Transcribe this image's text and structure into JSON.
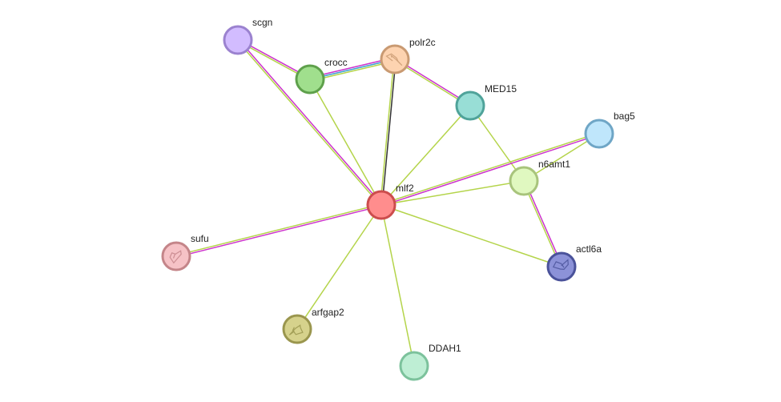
{
  "network": {
    "nodes": [
      {
        "id": "mlf2",
        "label": "mlf2",
        "fill": "#ff8d8d",
        "stroke": "#cc4d4d",
        "texture": "none"
      },
      {
        "id": "scgn",
        "label": "scgn",
        "fill": "#d2bcff",
        "stroke": "#9b82cf",
        "texture": "none"
      },
      {
        "id": "crocc",
        "label": "crocc",
        "fill": "#a0df8d",
        "stroke": "#5ea04b",
        "texture": "none"
      },
      {
        "id": "polr2c",
        "label": "polr2c",
        "fill": "#fdd3b0",
        "stroke": "#c99a72",
        "texture": "structure"
      },
      {
        "id": "MED15",
        "label": "MED15",
        "fill": "#98ded6",
        "stroke": "#4fa39a",
        "texture": "none"
      },
      {
        "id": "bag5",
        "label": "bag5",
        "fill": "#bfe6fb",
        "stroke": "#6fa6c6",
        "texture": "none"
      },
      {
        "id": "n6amt1",
        "label": "n6amt1",
        "fill": "#e0f8c0",
        "stroke": "#a8c47c",
        "texture": "none"
      },
      {
        "id": "actl6a",
        "label": "actl6a",
        "fill": "#8c92d8",
        "stroke": "#4a529a",
        "texture": "structure"
      },
      {
        "id": "sufu",
        "label": "sufu",
        "fill": "#f6c2c6",
        "stroke": "#c48589",
        "texture": "structure"
      },
      {
        "id": "arfgap2",
        "label": "arfgap2",
        "fill": "#d6d28c",
        "stroke": "#9a964e",
        "texture": "structure"
      },
      {
        "id": "DDAH1",
        "label": "DDAH1",
        "fill": "#beeed4",
        "stroke": "#7cc29c",
        "texture": "none"
      }
    ],
    "edges": [
      {
        "from": "scgn",
        "to": "crocc",
        "colors": [
          "#cc33cc",
          "#b4d44a"
        ]
      },
      {
        "from": "scgn",
        "to": "mlf2",
        "colors": [
          "#cc33cc",
          "#b4d44a"
        ]
      },
      {
        "from": "crocc",
        "to": "polr2c",
        "colors": [
          "#cc33cc",
          "#3fa0d0",
          "#b4d44a"
        ]
      },
      {
        "from": "crocc",
        "to": "mlf2",
        "colors": [
          "#b4d44a"
        ]
      },
      {
        "from": "polr2c",
        "to": "mlf2",
        "colors": [
          "#333333",
          "#b4d44a"
        ]
      },
      {
        "from": "polr2c",
        "to": "MED15",
        "colors": [
          "#cc33cc",
          "#b4d44a"
        ]
      },
      {
        "from": "MED15",
        "to": "mlf2",
        "colors": [
          "#b4d44a"
        ]
      },
      {
        "from": "MED15",
        "to": "n6amt1",
        "colors": [
          "#b4d44a"
        ]
      },
      {
        "from": "bag5",
        "to": "mlf2",
        "colors": [
          "#cc33cc",
          "#b4d44a"
        ]
      },
      {
        "from": "bag5",
        "to": "n6amt1",
        "colors": [
          "#b4d44a"
        ]
      },
      {
        "from": "n6amt1",
        "to": "mlf2",
        "colors": [
          "#b4d44a"
        ]
      },
      {
        "from": "n6amt1",
        "to": "actl6a",
        "colors": [
          "#cc33cc",
          "#b4d44a"
        ]
      },
      {
        "from": "mlf2",
        "to": "actl6a",
        "colors": [
          "#b4d44a"
        ]
      },
      {
        "from": "mlf2",
        "to": "sufu",
        "colors": [
          "#cc33cc",
          "#b4d44a"
        ]
      },
      {
        "from": "mlf2",
        "to": "arfgap2",
        "colors": [
          "#b4d44a"
        ]
      },
      {
        "from": "mlf2",
        "to": "DDAH1",
        "colors": [
          "#b4d44a"
        ]
      }
    ]
  }
}
